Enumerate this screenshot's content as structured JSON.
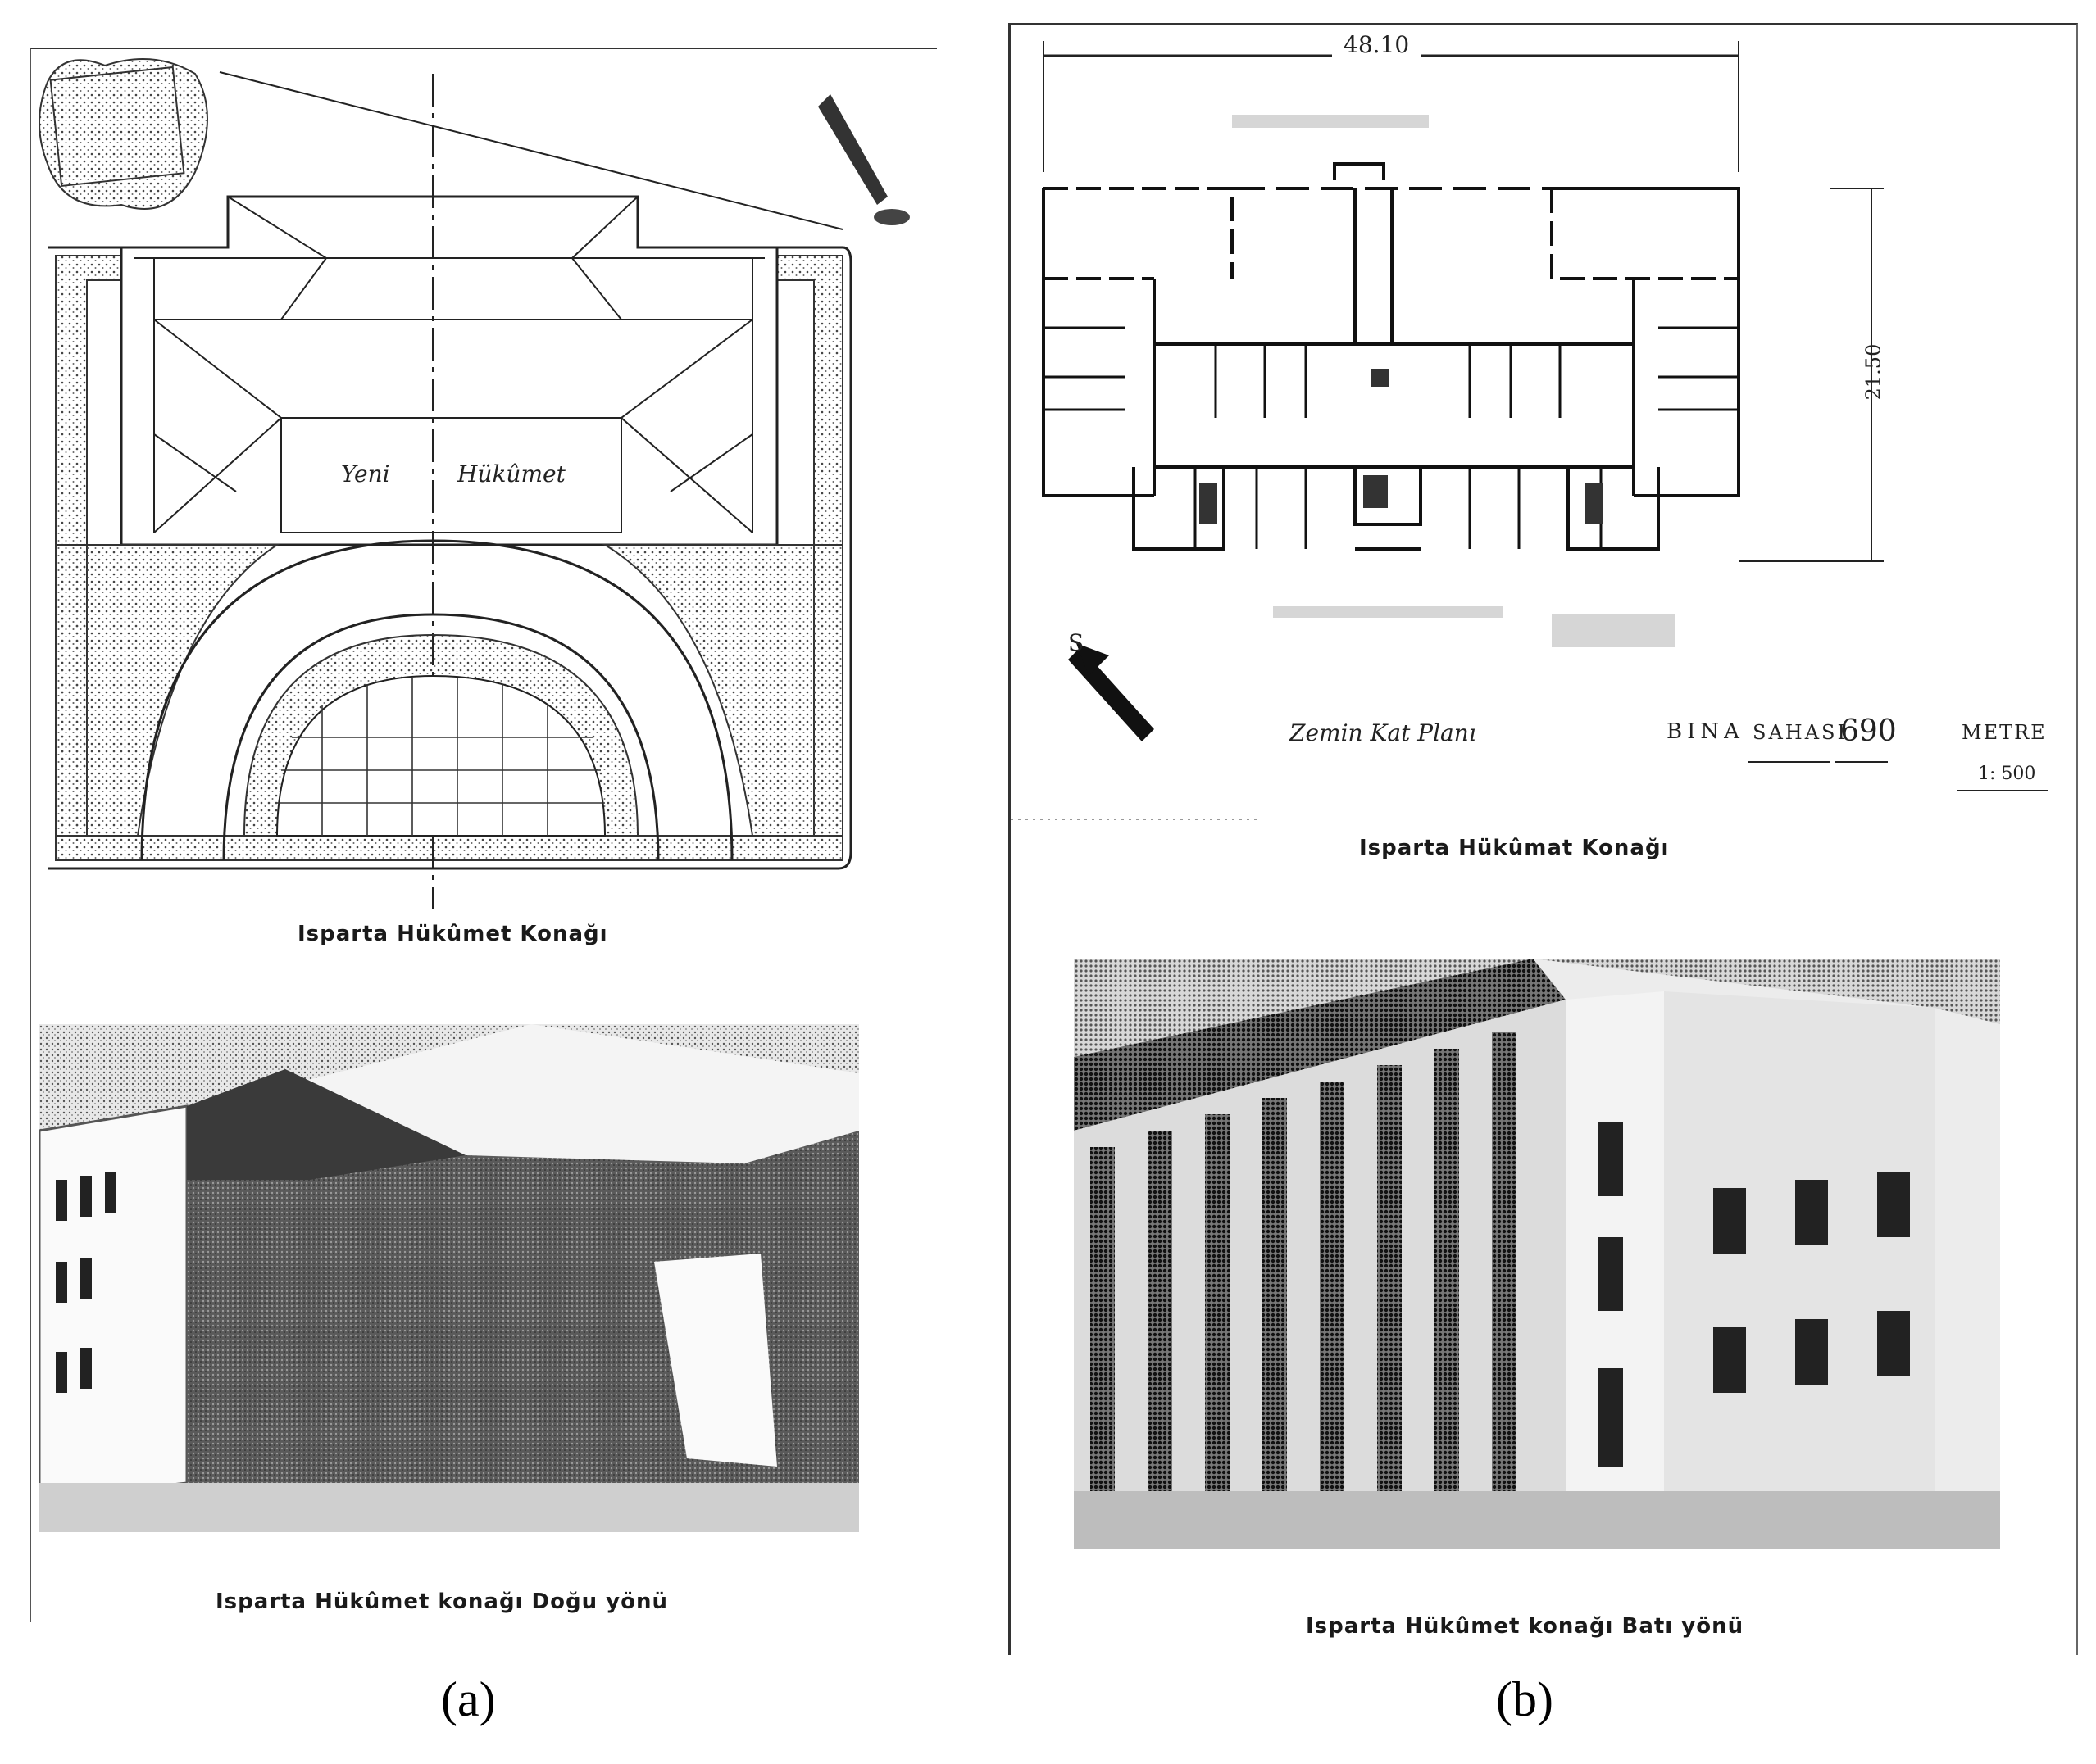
{
  "panel_a": {
    "plan_label_left": "Yeni",
    "plan_label_right": "Hükûmet",
    "plan_caption": "Isparta Hükûmet Konağı",
    "photo_caption": "Isparta Hükûmet konağı Doğu yönü",
    "label": "(a)"
  },
  "panel_b": {
    "width_dim": "48.10",
    "depth_dim": "21.50",
    "north_mark": "S",
    "plan_title": "Zemin Kat Planı",
    "area_label": "BINA",
    "area_word": "SAHASI",
    "area_value": "690",
    "area_unit": "METRE",
    "scale": "1: 500",
    "plan_caption": "Isparta Hükûmat Konağı",
    "photo_caption": "Isparta Hükûmet konağı Batı yönü",
    "label": "(b)"
  },
  "colors": {
    "ink": "#1a1a1a",
    "paper": "#ffffff",
    "photo_dark": "#3a3a3a"
  }
}
